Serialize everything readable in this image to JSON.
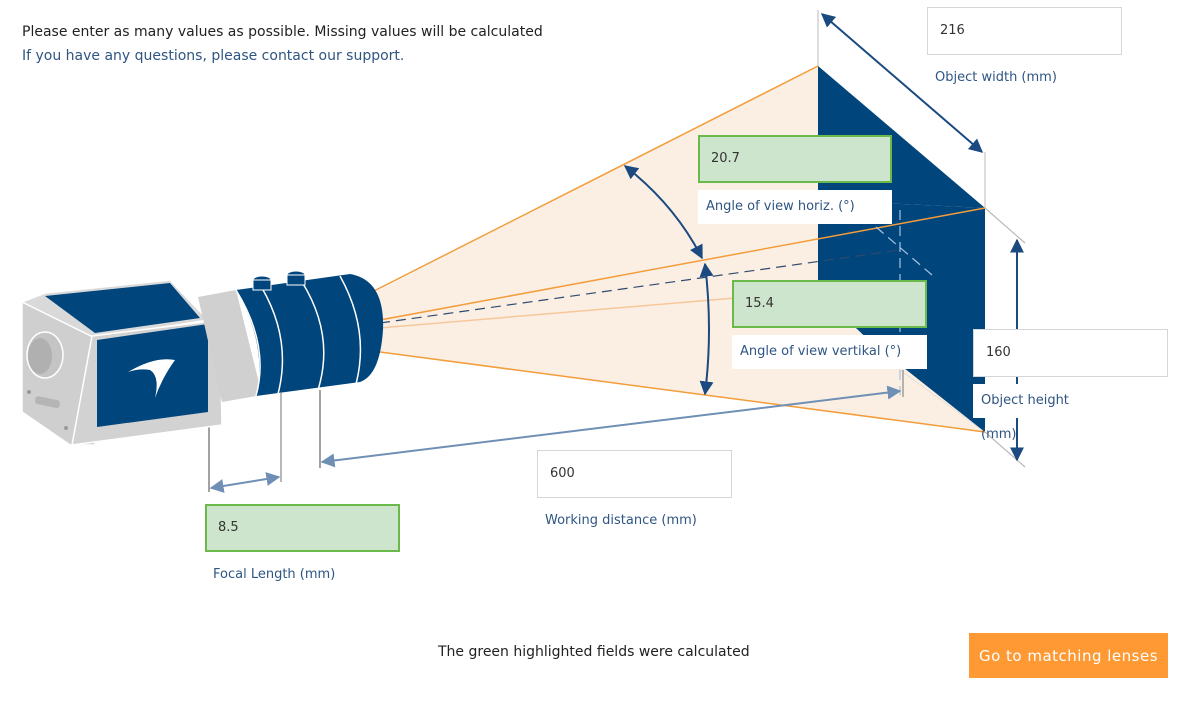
{
  "intro": {
    "instruction": "Please enter as many values as possible. Missing values will be calculated",
    "support_link": "If you have any questions, please contact our support."
  },
  "fields": {
    "object_width": {
      "value": "216",
      "label": "Object width (mm)",
      "calculated": false
    },
    "angle_horizontal": {
      "value": "20.7",
      "label": "Angle of view horiz. (°)",
      "calculated": true
    },
    "angle_vertical": {
      "value": "15.4",
      "label": "Angle of view vertikal (°)",
      "calculated": true
    },
    "object_height": {
      "value": "160",
      "label": "Object height (mm)",
      "calculated": false
    },
    "working_distance": {
      "value": "600",
      "label": "Working distance (mm)",
      "calculated": false
    },
    "focal_length": {
      "value": "8.5",
      "label": "Focal Length (mm)",
      "calculated": true
    }
  },
  "footer": {
    "status": "The green highlighted fields were calculated",
    "button_label": "Go to matching lenses"
  },
  "colors": {
    "brand_blue": "#00457c",
    "accent_orange": "#ff9933",
    "calculated_fill": "#cce5cc",
    "calculated_border": "#6cb94b",
    "frustum_fill": "#fbeee3",
    "frustum_line": "#f39c3a"
  }
}
